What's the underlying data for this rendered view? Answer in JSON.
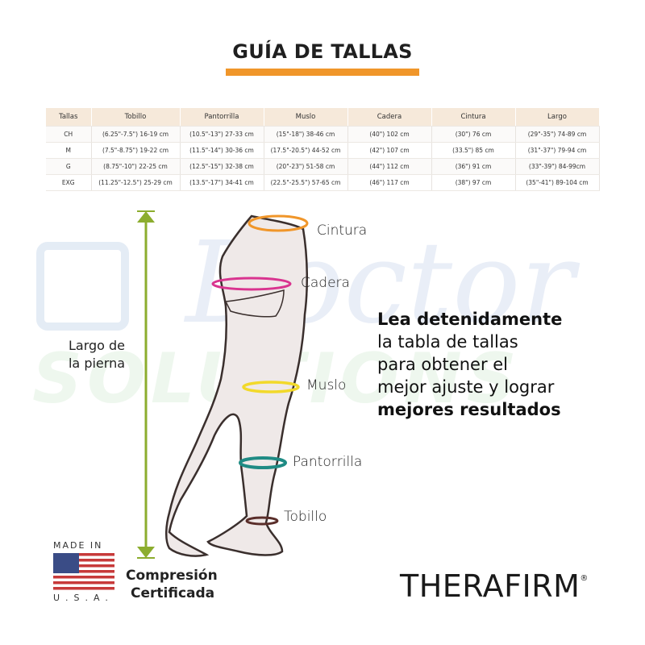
{
  "title": "GUÍA DE TALLAS",
  "table": {
    "headers": [
      "Tallas",
      "Tobillo",
      "Pantorrilla",
      "Muslo",
      "Cadera",
      "Cintura",
      "Largo"
    ],
    "rows": [
      [
        "CH",
        "(6.25\"-7.5\")  16-19 cm",
        "(10.5\"-13\")  27-33 cm",
        "(15\"-18\")  38-46 cm",
        "(40\") 102 cm",
        "(30\")  76 cm",
        "(29\"-35\") 74-89 cm"
      ],
      [
        "M",
        "(7.5\"-8.75\")  19-22 cm",
        "(11.5\"-14\")  30-36 cm",
        "(17.5\"-20.5\")  44-52 cm",
        "(42\")  107 cm",
        "(33.5\")  85 cm",
        "(31\"-37\")  79-94 cm"
      ],
      [
        "G",
        "(8.75\"-10\")  22-25 cm",
        "(12.5\"-15\")  32-38 cm",
        "(20\"-23\")  51-58 cm",
        "(44\")  112 cm",
        "(36\")  91 cm",
        "(33\"-39\")  84-99cm"
      ],
      [
        "EXG",
        "(11.25\"-12.5\")  25-29 cm",
        "(13.5\"-17\")  34-41 cm",
        "(22.5\"-25.5\")  57-65 cm",
        "(46\")  117 cm",
        "(38\") 97 cm",
        "(35\"-41\") 89-104 cm"
      ]
    ]
  },
  "watermark": {
    "line1": "Doctor",
    "line2": "SOLUTIONS"
  },
  "labels": {
    "cintura": "Cintura",
    "cadera": "Cadera",
    "muslo": "Muslo",
    "pantorrilla": "Pantorrilla",
    "tobillo": "Tobillo",
    "leg_length_1": "Largo de",
    "leg_length_2": "la pierna"
  },
  "message": {
    "bold1": "Lea detenidamente",
    "line2": "la tabla de tallas",
    "line3": "para obtener el",
    "line4": "mejor ajuste y lograr",
    "bold5": "mejores resultados"
  },
  "made_in": {
    "top": "MADE IN",
    "bottom": "U.S.A."
  },
  "compression": {
    "line1": "Compresión",
    "line2": "Certificada"
  },
  "brand": {
    "name": "THERAFIRM",
    "mark": "®"
  },
  "colors": {
    "accent": "#f0962a",
    "arrow": "#8cad2e",
    "waist": "#f0962a",
    "hip": "#d9348f",
    "thigh": "#f2d92a",
    "calf": "#1f8b84",
    "ankle": "#5a2e2a",
    "leg_fill": "#efe9e8",
    "leg_stroke": "#3a2f2d"
  },
  "icons": {
    "check": "check-box-icon",
    "flag": "usa-flag-icon"
  }
}
